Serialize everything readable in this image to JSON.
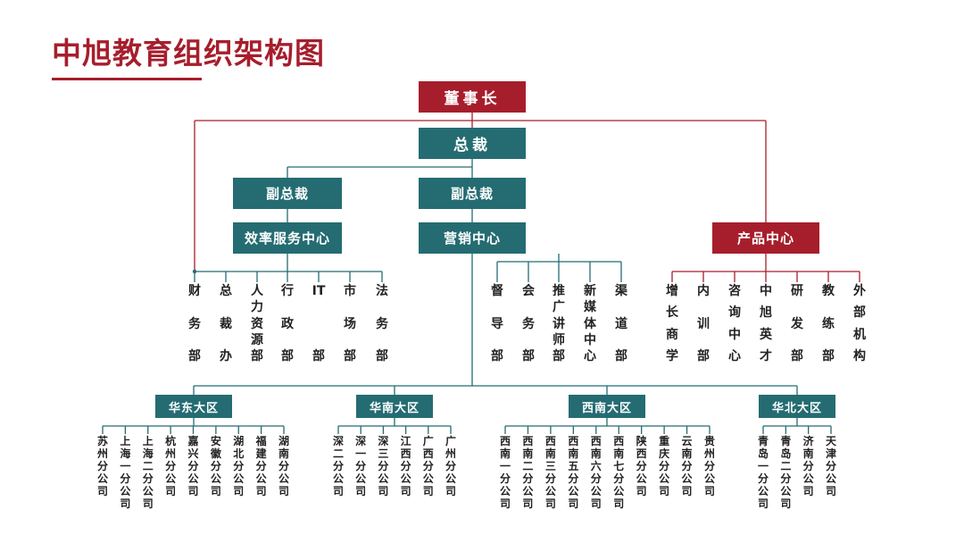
{
  "title": "中旭教育组织架构图",
  "colors": {
    "red": "#a61e2c",
    "teal": "#246c72",
    "text": "#222222"
  },
  "board": "董事长",
  "president": "总裁",
  "vp_left": "副总裁",
  "vp_center": "副总裁",
  "efficiency_center": "效率服务中心",
  "marketing_center": "营销中心",
  "product_center": "产品中心",
  "efficiency_departments": [
    "财务部",
    "总裁办",
    "人力资源部",
    "行政部",
    "IT部",
    "市场部",
    "法务部"
  ],
  "marketing_departments": [
    "督导部",
    "会务部",
    "推广讲师部",
    "新媒体中心",
    "渠道部"
  ],
  "product_departments": [
    "增长商学",
    "内训部",
    "咨询中心",
    "中旭英才",
    "研发部",
    "教练部",
    "外部机构"
  ],
  "regions": [
    {
      "name": "华东大区",
      "branches": [
        "苏州分公司",
        "上海一分公司",
        "上海二分公司",
        "杭州分公司",
        "嘉兴分公司",
        "安徽分公司",
        "湖北分公司",
        "福建分公司",
        "湖南分公司"
      ]
    },
    {
      "name": "华南大区",
      "branches": [
        "深二分公司",
        "深一分公司",
        "深三分公司",
        "江西分公司",
        "广西分公司",
        "广州分公司"
      ]
    },
    {
      "name": "西南大区",
      "branches": [
        "西南一分公司",
        "西南二分公司",
        "西南三分公司",
        "西南五分公司",
        "西南六分公司",
        "西南七分公司",
        "陕西分公司",
        "重庆分公司",
        "云南分公司",
        "贵州分公司"
      ]
    },
    {
      "name": "华北大区",
      "branches": [
        "青岛一分公司",
        "青岛二分公司",
        "济南分公司",
        "天津分公司"
      ]
    }
  ]
}
